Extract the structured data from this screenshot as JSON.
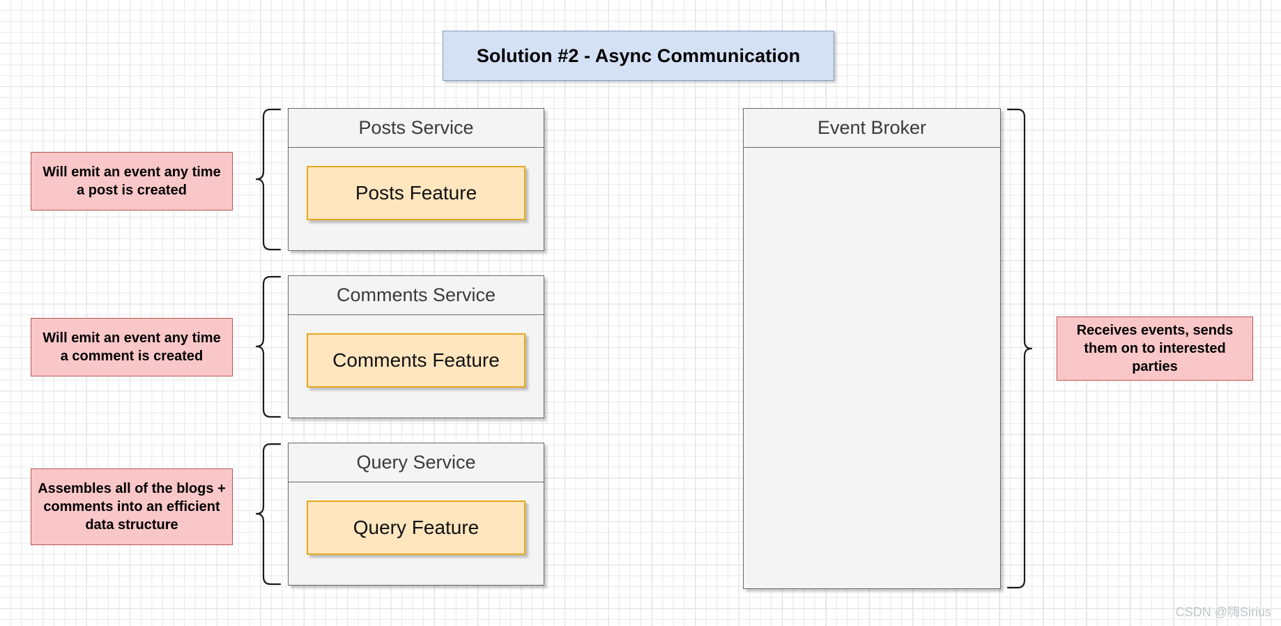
{
  "diagram": {
    "title": "Solution #2 - Async Communication",
    "watermark": "CSDN @嗨Sirius",
    "colors": {
      "title_fill": "#d4e1f5",
      "title_stroke": "#8399c0",
      "service_fill": "#f4f4f4",
      "service_stroke": "#63666a",
      "feature_fill": "#ffe6bf",
      "feature_stroke": "#e5a81e",
      "note_fill": "#fac7c8",
      "note_stroke": "#b85450",
      "brace_stroke": "#1a1a1a",
      "grid_minor": "#e8e8e8",
      "grid_major": "#c4c4c4"
    },
    "services": [
      {
        "id": "posts",
        "title": "Posts Service",
        "feature": "Posts Feature",
        "note": "Will emit an event any time a post is created"
      },
      {
        "id": "comments",
        "title": "Comments Service",
        "feature": "Comments Feature",
        "note": "Will emit an event any time a comment is created"
      },
      {
        "id": "query",
        "title": "Query Service",
        "feature": "Query Feature",
        "note": "Assembles all of the blogs + comments into an efficient data structure"
      }
    ],
    "broker": {
      "title": "Event Broker",
      "note": "Receives events, sends them on to interested parties"
    }
  }
}
